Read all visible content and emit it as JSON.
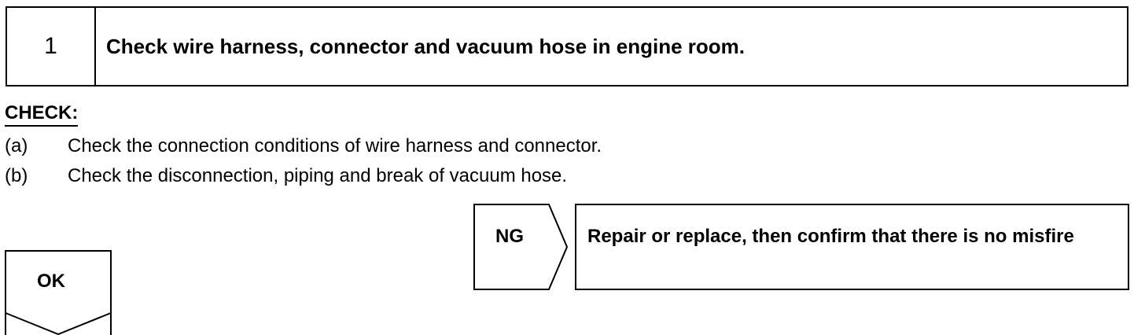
{
  "step": {
    "number": "1",
    "title": "Check wire harness, connector and vacuum hose in engine room."
  },
  "check": {
    "heading": "CHECK:",
    "items": [
      {
        "marker": "(a)",
        "text": "Check the connection conditions of wire harness and connector."
      },
      {
        "marker": "(b)",
        "text": "Check the disconnection, piping and break of vacuum hose."
      }
    ]
  },
  "results": {
    "ng": {
      "label": "NG",
      "action": "Repair or replace, then confirm that there is no misfire"
    },
    "ok": {
      "label": "OK"
    }
  }
}
